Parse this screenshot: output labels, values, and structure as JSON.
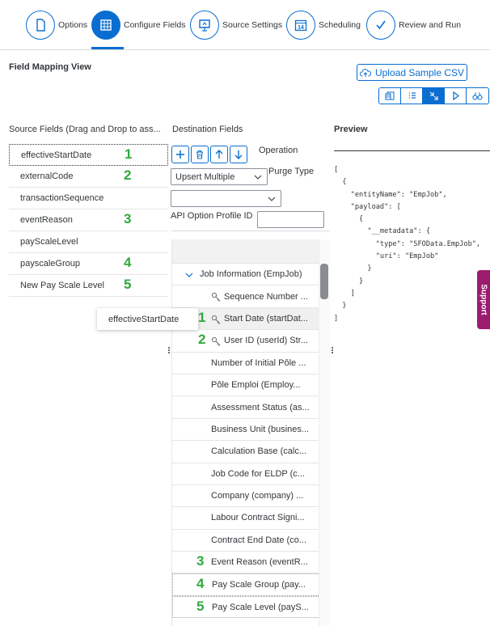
{
  "wizard": {
    "steps": [
      {
        "label": "Options",
        "icon": "document-icon"
      },
      {
        "label": "Configure Fields",
        "icon": "grid-icon"
      },
      {
        "label": "Source Settings",
        "icon": "presentation-icon"
      },
      {
        "label": "Scheduling",
        "icon": "calendar-icon",
        "day": "14"
      },
      {
        "label": "Review and Run",
        "icon": "checkmark-icon"
      }
    ],
    "active_index": 1
  },
  "section_title": "Field Mapping View",
  "upload_button": "Upload Sample CSV",
  "view_switch": [
    "table-view-icon",
    "list-view-icon",
    "mapping-view-icon",
    "play-icon",
    "binoculars-icon"
  ],
  "source": {
    "header": "Source Fields (Drag and Drop to ass...",
    "items": [
      {
        "label": "effectiveStartDate",
        "num": "1"
      },
      {
        "label": "externalCode",
        "num": "2"
      },
      {
        "label": "transactionSequence",
        "num": ""
      },
      {
        "label": "eventReason",
        "num": "3"
      },
      {
        "label": "payScaleLevel",
        "num": ""
      },
      {
        "label": "payscaleGroup",
        "num": "4"
      },
      {
        "label": "New Pay Scale Level",
        "num": "5"
      }
    ]
  },
  "destination": {
    "header": "Destination Fields",
    "operation_label": "Operation",
    "purge_label": "Purge Type",
    "operation_value": "Upsert Multiple",
    "purge_value": "",
    "api_label": "API Option Profile ID",
    "api_value": "",
    "group": "Job Information (EmpJob)",
    "rows": [
      {
        "label": "Sequence Number ...",
        "key": true,
        "num": "",
        "hl": false
      },
      {
        "label": "Start Date (startDat...",
        "key": true,
        "num": "1",
        "hl": true
      },
      {
        "label": "User ID (userId) Str...",
        "key": true,
        "num": "2",
        "hl": false
      },
      {
        "label": "Number of Initial Pôle ...",
        "key": false,
        "num": "",
        "hl": false
      },
      {
        "label": "Pôle Emploi (Employ...",
        "key": false,
        "num": "",
        "hl": false
      },
      {
        "label": "Assessment Status (as...",
        "key": false,
        "num": "",
        "hl": false
      },
      {
        "label": "Business Unit (busines...",
        "key": false,
        "num": "",
        "hl": false
      },
      {
        "label": "Calculation Base (calc...",
        "key": false,
        "num": "",
        "hl": false
      },
      {
        "label": "Job Code for ELDP (c...",
        "key": false,
        "num": "",
        "hl": false
      },
      {
        "label": "Company (company) ...",
        "key": false,
        "num": "",
        "hl": false
      },
      {
        "label": "Labour Contract Signi...",
        "key": false,
        "num": "",
        "hl": false
      },
      {
        "label": "Contract End Date (co...",
        "key": false,
        "num": "",
        "hl": false
      },
      {
        "label": "Event Reason (eventR...",
        "key": false,
        "num": "3",
        "hl": false
      },
      {
        "label": "Pay Scale Group (pay...",
        "key": false,
        "num": "4",
        "hl": false
      },
      {
        "label": "Pay Scale Level (payS...",
        "key": false,
        "num": "5",
        "hl": false
      }
    ]
  },
  "drag_ghost": "effectiveStartDate",
  "preview": {
    "header": "Preview",
    "code": "[\n  {\n    \"entityName\": \"EmpJob\",\n    \"payload\": [\n      {\n        \"__metadata\": {\n          \"type\": \"SFOData.EmpJob\",\n          \"uri\": \"EmpJob\"\n        }\n      }\n    ]\n  }\n]"
  },
  "support_tab": "Support",
  "colors": {
    "accent": "#0a6ed1",
    "number": "#2eaa3c",
    "support": "#9c1b6e"
  }
}
